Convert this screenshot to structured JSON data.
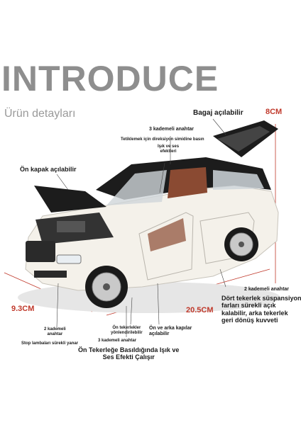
{
  "header": {
    "title": "INTRODUCE",
    "subtitle": "Ürün detayları"
  },
  "dimensions": {
    "height": "8CM",
    "width": "9.3CM",
    "length": "20.5CM"
  },
  "labels": {
    "trunk": "Bagaj açılabilir",
    "three_level_top": "3 kademeli anahtar",
    "steering": "Tetiklemek için direksiyon simidine basın",
    "light_sound_1": "Işık ve ses",
    "light_sound_2": "efektleri",
    "hood": "Ön kapak açılabilir",
    "two_level_right": "2 kademeli anahtar",
    "suspension_1": "Dört tekerlek süspansiyon",
    "suspension_2": "farları sürekli açık",
    "suspension_3": "kalabilir, arka tekerlek",
    "suspension_4": "geri dönüş kuvveti",
    "front_wheels_1": "Ön tekerlekler",
    "front_wheels_2": "yönlendirilebilir",
    "doors_1": "Ön ve arka kapılar",
    "doors_2": "açılabilir",
    "two_level_left_1": "2 kademeli",
    "two_level_left_2": "anahtar",
    "stop_lights": "Stop lambaları sürekli yanar",
    "three_level_bottom": "3 kademeli anahtar",
    "press_front_1": "Ön Tekerleğe Basıldığında Işık ve",
    "press_front_2": "Ses Efekti Çalışır"
  },
  "colors": {
    "title": "#8e8e8e",
    "dimension": "#c0392b",
    "car_body": "#f4f1ea",
    "car_roof": "#1c1c1c",
    "interior": "#8a4a32"
  }
}
